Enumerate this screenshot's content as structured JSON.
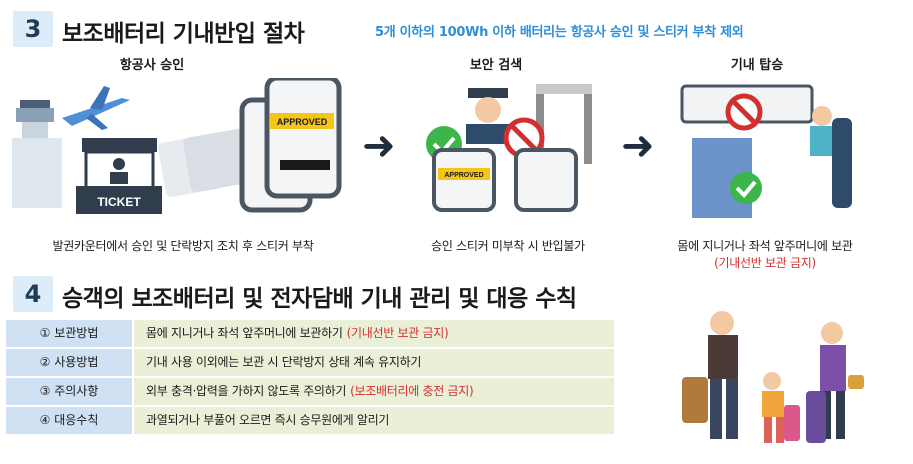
{
  "section1": {
    "number": "3",
    "title": "보조배터리 기내반입 절차",
    "note": "5개 이하의 100Wh 이하 배터리는 항공사 승인 및 스티커 부착 제외"
  },
  "steps": [
    {
      "title": "항공사 승인",
      "caption": "발권카운터에서 승인 및 단락방지 조치 후 스티커 부착",
      "caption_red": ""
    },
    {
      "title": "보안 검색",
      "caption": "승인 스티커 미부착 시 반입불가",
      "caption_red": ""
    },
    {
      "title": "기내 탑승",
      "caption": "몸에 지니거나 좌석 앞주머니에 보관",
      "caption_red": "(기내선반 보관 금지)"
    }
  ],
  "illustration_text": {
    "ticket": "TICKET",
    "approved": "APPROVED"
  },
  "section2": {
    "number": "4",
    "title": "승객의 보조배터리 및 전자담배 기내 관리 및 대응 수칙"
  },
  "rules": [
    {
      "label": "① 보관방법",
      "text": "몸에 지니거나 좌석 앞주머니에 보관하기",
      "red": "(기내선반 보관 금지)"
    },
    {
      "label": "② 사용방법",
      "text": "기내 사용 이외에는 보관 시 단락방지 상태 계속 유지하기",
      "red": ""
    },
    {
      "label": "③ 주의사항",
      "text": "외부 충격·압력을 가하지 않도록 주의하기",
      "red": "(보조배터리에 충전 금지)"
    },
    {
      "label": "④ 대응수칙",
      "text": "과열되거나 부풀어 오르면 즉시 승무원에게 알리기",
      "red": ""
    }
  ],
  "colors": {
    "badge_bg": "#dcecf8",
    "note_blue": "#2e8fd8",
    "warn_red": "#d32f2f",
    "label_bg": "#cfe1f3",
    "text_bg": "#eaf0d7"
  }
}
